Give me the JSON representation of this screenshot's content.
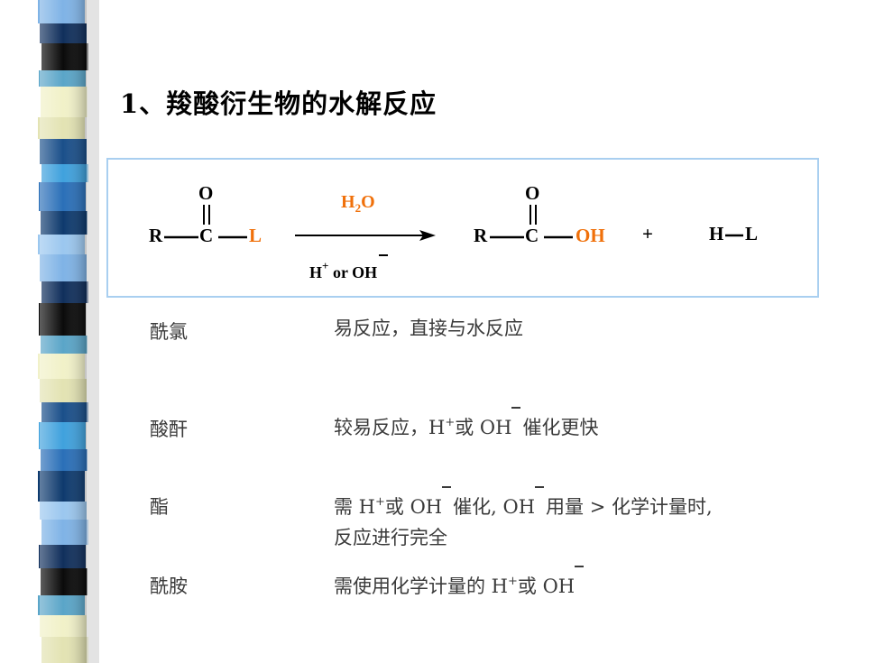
{
  "title": "1、羧酸衍生物的水解反应",
  "reaction": {
    "r1": "R",
    "c1": "C",
    "o1": "O",
    "l": "L",
    "reagent_top": "H2O",
    "reagent_bottom": "H+ or OH",
    "r2": "R",
    "c2": "C",
    "o2": "O",
    "oh": "OH",
    "plus": "+",
    "h": "H",
    "l2": "L"
  },
  "rows": [
    {
      "label": "酰氯",
      "desc": "易反应，直接与水反应"
    },
    {
      "label": "酸酐",
      "desc_pre": "较易反应，H",
      "desc_mid": " 或 OH",
      "desc_post": "催化更快"
    },
    {
      "label": "酯",
      "desc_pre": "需 H",
      "desc_mid": " 或 OH",
      "desc_mid2": "催化, OH",
      "desc_post": "用量 > 化学计量时,",
      "desc_line2": "反应进行完全"
    },
    {
      "label": "酰胺",
      "desc_pre": "需使用化学计量的 H",
      "desc_mid": " 或 OH"
    }
  ],
  "colors": {
    "accent": "#f0700a",
    "box_border": "#a9cff0"
  }
}
